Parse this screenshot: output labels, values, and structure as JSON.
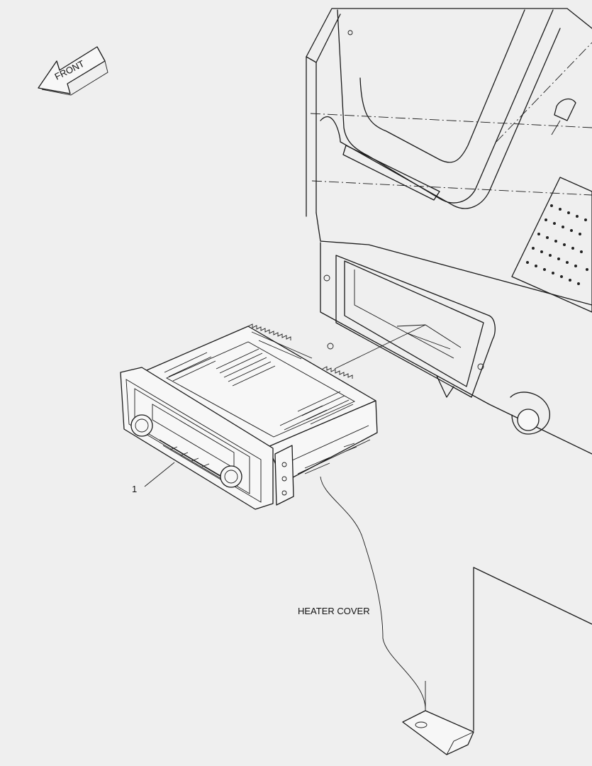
{
  "diagram": {
    "front_arrow_label": "FRONT",
    "part_callout": "1",
    "heater_cover_label": "HEATER COVER"
  }
}
